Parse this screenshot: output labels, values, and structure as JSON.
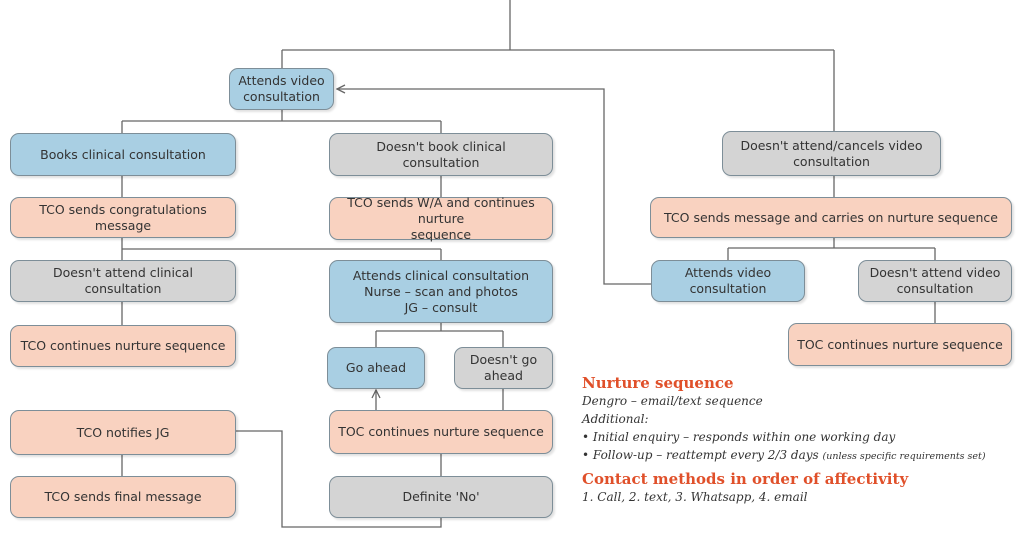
{
  "nodes": {
    "attends_video_top": "Attends video\nconsultation",
    "books_clinical": "Books clinical consultation",
    "doesnt_book_clinical": "Doesn't book clinical consultation",
    "doesnt_attend_cancels_video": "Doesn't attend/cancels video\nconsultation",
    "tco_congratulations": "TCO sends congratulations message",
    "tco_wa_nurture": "TCO sends W/A and continues nurture\nsequence",
    "tco_message_nurture": "TCO sends message and carries on nurture sequence",
    "doesnt_attend_clinical": "Doesn't attend clinical consultation",
    "attends_clinical": "Attends clinical consultation\nNurse – scan and photos\nJG – consult",
    "attends_video_right": "Attends video\nconsultation",
    "doesnt_attend_video_right": "Doesn't attend video\nconsultation",
    "tco_continues_nurture": "TCO continues nurture sequence",
    "go_ahead": "Go ahead",
    "doesnt_go_ahead": "Doesn't go\nahead",
    "toc_continues_right": "TOC continues nurture sequence",
    "tco_notifies_jg": "TCO notifies JG",
    "toc_continues_mid": "TOC continues nurture sequence",
    "tco_final_message": "TCO sends final message",
    "definite_no": "Definite 'No'"
  },
  "legend": {
    "nurture_title": "Nurture sequence",
    "nurture_line1": "Dengro – email/text sequence",
    "nurture_line2": "Additional:",
    "nurture_line3": "• Initial enquiry – responds within one working day",
    "nurture_line4_main": "• Follow-up – reattempt every 2/3 days ",
    "nurture_line4_note": "(unless specific requirements set)",
    "contact_title": "Contact methods in order of affectivity",
    "contact_line": "1. Call, 2. text, 3. Whatsapp, 4. email"
  },
  "colors": {
    "blue_node": "#a9cfe3",
    "grey_node": "#d4d4d4",
    "pink_node": "#f9d2c0",
    "border": "#7d8e98",
    "connector": "#666666",
    "heading_accent": "#e0502a"
  }
}
